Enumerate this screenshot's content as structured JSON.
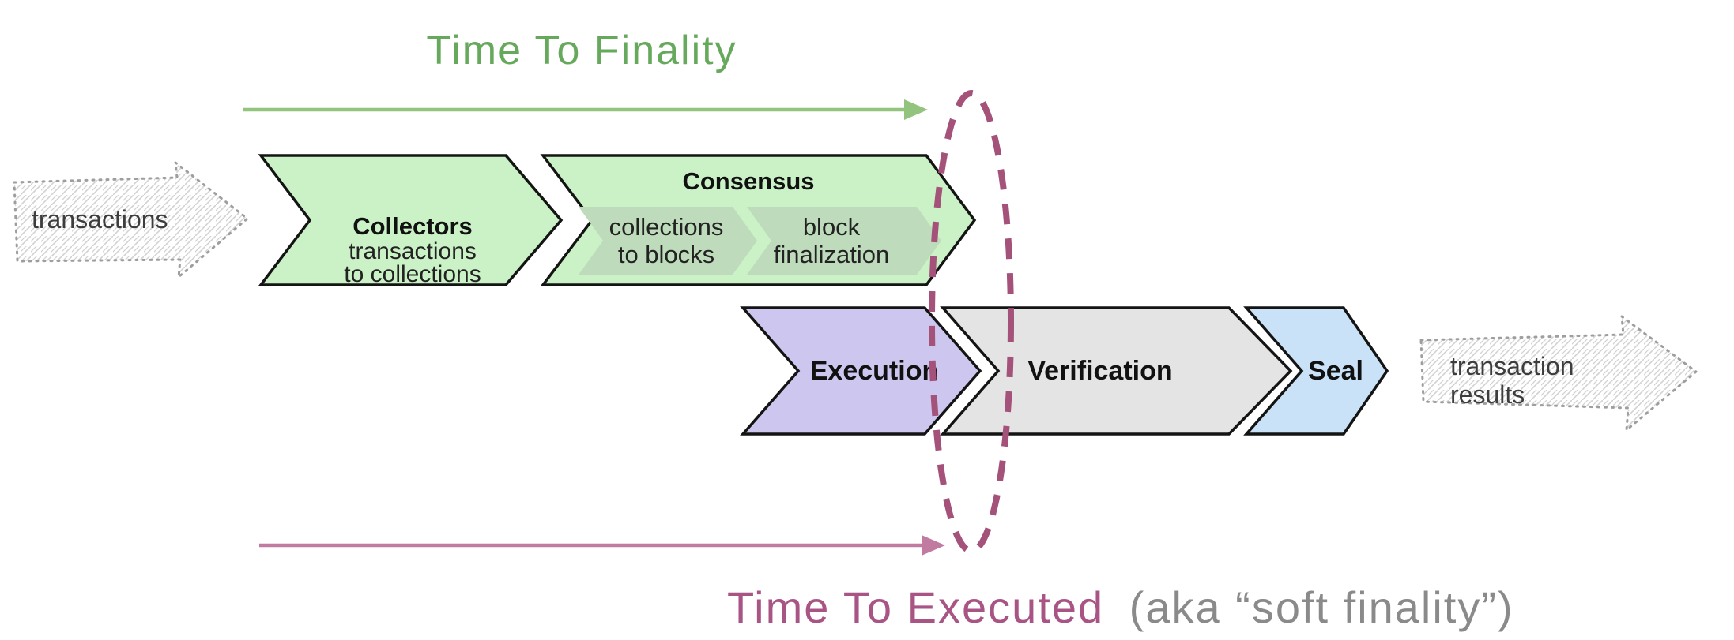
{
  "titles": {
    "time_to_finality": "Time To Finality",
    "time_to_executed": "Time To Executed",
    "executed_note": "(aka “soft finality”)"
  },
  "io": {
    "input_label": "transactions",
    "output_line1": "transaction",
    "output_line2": "results"
  },
  "stages": {
    "collectors": {
      "title": "Collectors",
      "line1": "transactions",
      "line2": "to collections"
    },
    "consensus": {
      "title": "Consensus",
      "substep1": {
        "line1": "collections",
        "line2": "to blocks"
      },
      "substep2": {
        "line1": "block",
        "line2": "finalization"
      }
    },
    "execution": {
      "title": "Execution"
    },
    "verification": {
      "title": "Verification"
    },
    "seal": {
      "title": "Seal"
    }
  },
  "colors": {
    "finality_title": "#67a95c",
    "finality_arrow": "#93c47d",
    "executed_title": "#a85585",
    "executed_note": "#8a8a8a",
    "executed_arrow": "#c27ba0",
    "soft_finality_ellipse": "#a4527a",
    "stage_green": "#cbf2c6",
    "stage_subgreen": "#bedcbb",
    "stage_lavender": "#cdc7f0",
    "stage_gray": "#e4e4e4",
    "stage_blue": "#c9e2f7",
    "io_hatch_line": "#d2d2d2",
    "io_border": "#9e9e9e",
    "io_text": "#3d3d3d"
  }
}
